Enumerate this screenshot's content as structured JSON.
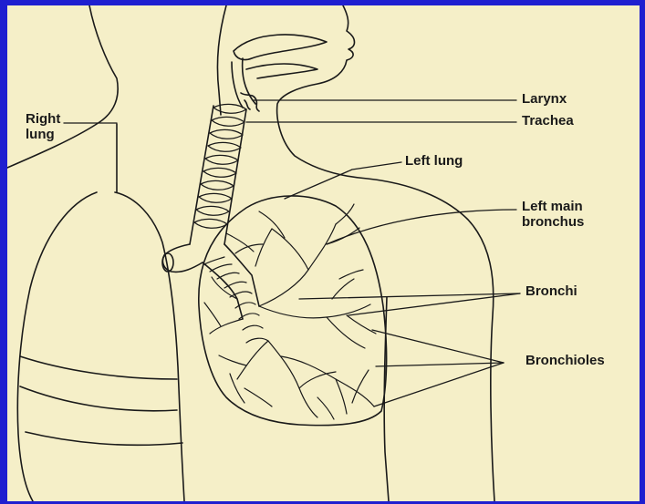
{
  "diagram": {
    "labels": {
      "right_lung": "Right\nlung",
      "larynx": "Larynx",
      "trachea": "Trachea",
      "left_lung": "Left lung",
      "left_main_bronchus": "Left main\nbronchus",
      "bronchi": "Bronchi",
      "bronchioles": "Bronchioles"
    },
    "colors": {
      "frame": "#1f1fd0",
      "paper": "#f5efc8",
      "ink": "#1a1a1a"
    }
  }
}
